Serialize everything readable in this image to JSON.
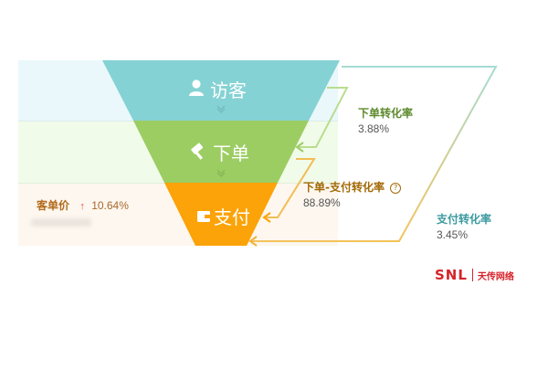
{
  "colors": {
    "visitor": "#85d2d4",
    "order": "#9ccd63",
    "pay": "#fba308",
    "order_rate_name": "#5d8a2d",
    "order_to_pay_name": "#a16a06",
    "pay_rate_name": "#3b9aa0",
    "logo": "#d6232a"
  },
  "funnel": {
    "stages": [
      {
        "key": "visitor",
        "label": "访客",
        "icon": "user-icon"
      },
      {
        "key": "order",
        "label": "下单",
        "icon": "gavel-icon"
      },
      {
        "key": "pay",
        "label": "支付",
        "icon": "wallet-icon"
      }
    ]
  },
  "rates": {
    "order_rate": {
      "name": "下单转化率",
      "value": "3.88%"
    },
    "order_to_pay": {
      "name": "下单-支付转化率",
      "help_icon": "question-circle-icon",
      "help_glyph": "?",
      "value": "88.89%"
    },
    "pay_rate": {
      "name": "支付转化率",
      "value": "3.45%"
    }
  },
  "aov": {
    "label": "客单价",
    "trend": "up-arrow-icon",
    "trend_glyph": "↑",
    "change": "10.64%"
  },
  "watermark": {
    "brand": "SNL",
    "name": "天传网络"
  }
}
